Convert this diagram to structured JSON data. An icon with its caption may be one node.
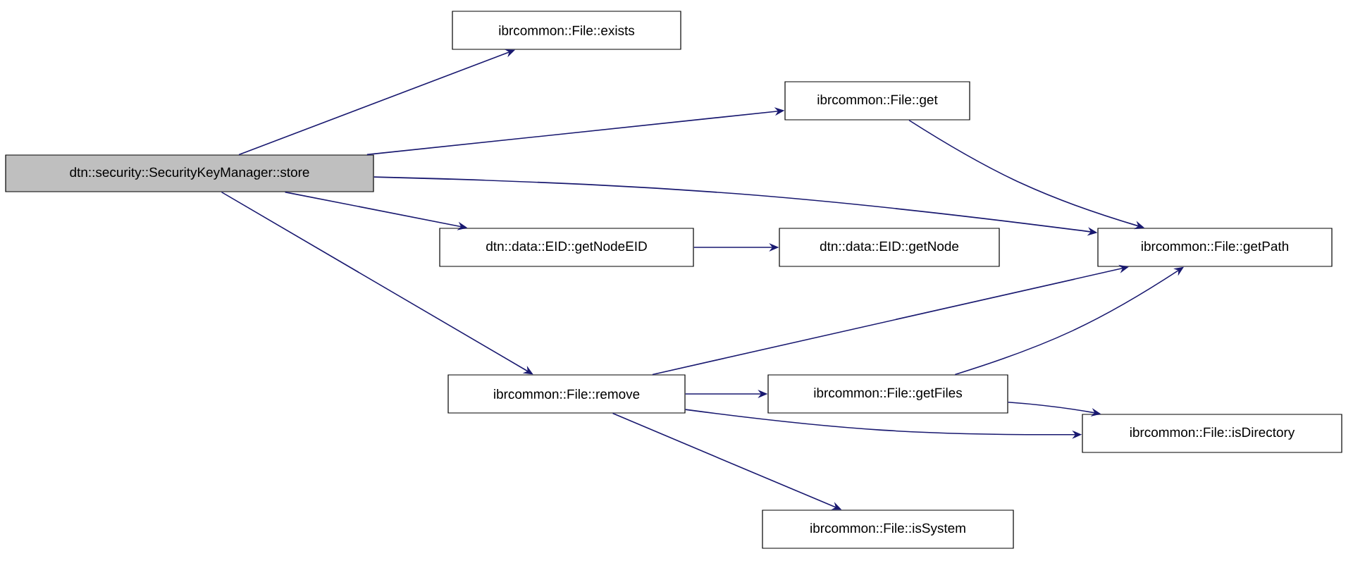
{
  "diagram": {
    "nodes": [
      {
        "text": [
          "dtn::security::SecurityKeyManager::store"
        ]
      },
      {
        "text": [
          "ibrcommon::File::exists"
        ]
      },
      {
        "text": [
          "ibrcommon::File::get"
        ]
      },
      {
        "text": [
          "dtn::data::EID::getNodeEID"
        ]
      },
      {
        "text": [
          "dtn::data::EID::getNode"
        ]
      },
      {
        "text": [
          "ibrcommon::File::getPath"
        ]
      },
      {
        "text": [
          "ibrcommon::File::remove"
        ]
      },
      {
        "text": [
          "ibrcommon::File::getFiles"
        ]
      },
      {
        "text": [
          "ibrcommon::File::isDirectory"
        ]
      },
      {
        "text": [
          "ibrcommon::File::isSystem"
        ]
      }
    ],
    "edges": [
      {
        "from": 0,
        "to": 1,
        "arrow": "to"
      },
      {
        "from": 0,
        "to": 2,
        "arrow": "to"
      },
      {
        "from": 0,
        "to": 5,
        "arrow": "to"
      },
      {
        "from": 0,
        "to": 3,
        "arrow": "to"
      },
      {
        "from": 0,
        "to": 6,
        "arrow": "to"
      },
      {
        "from": 2,
        "to": 5,
        "arrow": "to"
      },
      {
        "from": 3,
        "to": 4,
        "arrow": "to"
      },
      {
        "from": 6,
        "to": 5,
        "arrow": "to"
      },
      {
        "from": 6,
        "to": 7,
        "arrow": "to"
      },
      {
        "from": 6,
        "to": 8,
        "arrow": "to"
      },
      {
        "from": 6,
        "to": 9,
        "arrow": "to"
      },
      {
        "from": 7,
        "to": 5,
        "arrow": "to"
      },
      {
        "from": 7,
        "to": 8,
        "arrow": "to"
      }
    ]
  }
}
